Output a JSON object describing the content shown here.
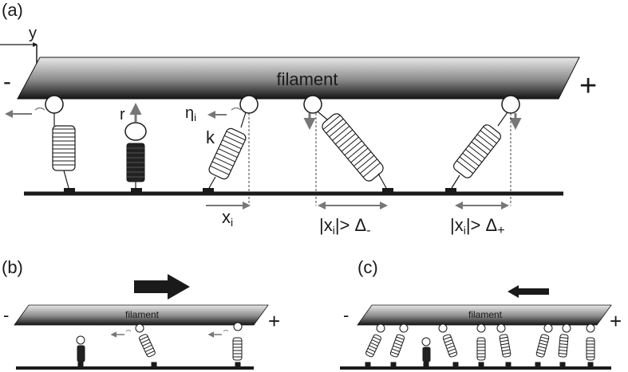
{
  "panels": {
    "a": {
      "label": "(a)",
      "filament_label": "filament",
      "minus": "-",
      "plus": "+"
    },
    "b": {
      "label": "(b)",
      "filament_label": "filament",
      "minus": "-",
      "plus": "+"
    },
    "c": {
      "label": "(c)",
      "filament_label": "filament",
      "minus": "-",
      "plus": "+"
    }
  },
  "annotations": {
    "y": "y",
    "r": "r",
    "eta": "η",
    "eta_sub": "i",
    "k": "k",
    "x": "x",
    "x_sub": "i",
    "det_minus_pre": "|x",
    "det_minus_sub": "i",
    "det_minus_post": "|> Δ",
    "det_minus_sign": "-",
    "det_plus_pre": "|x",
    "det_plus_sub": "i",
    "det_plus_post": "|> Δ",
    "det_plus_sign": "+"
  },
  "colors": {
    "ink": "#1a1a1a",
    "arrow_gray": "#777777",
    "filament_dark": "#1f1f1f",
    "filament_light": "#dcdcdc"
  }
}
